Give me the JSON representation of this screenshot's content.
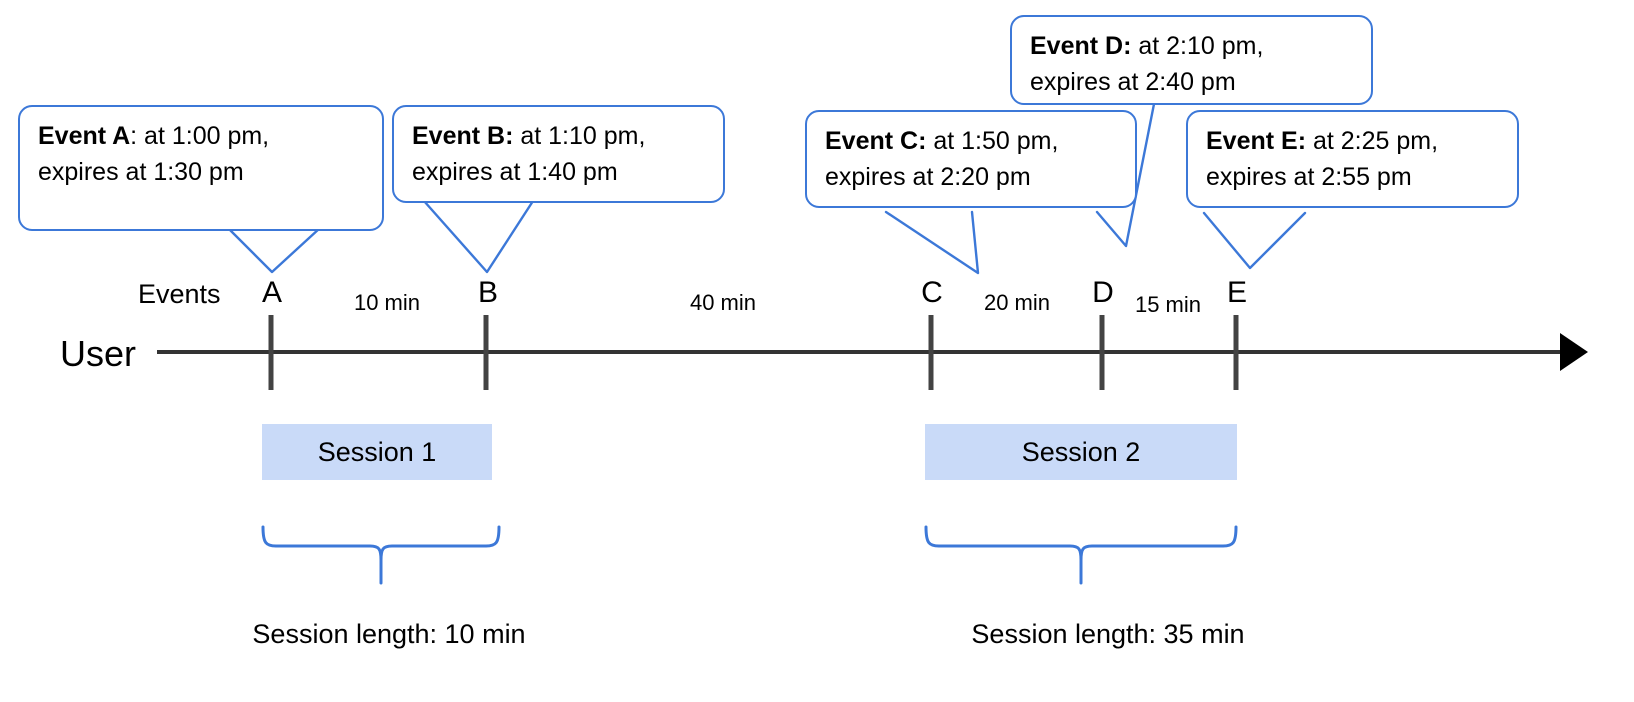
{
  "diagram": {
    "title_axis_label": "User",
    "events_row_label": "Events",
    "callouts": [
      {
        "id": "A",
        "bold": "Event A",
        "separator": ":",
        "line1_rest": " at 1:00 pm,",
        "line2": "expires at 1:30 pm",
        "occurs_at": "1:00 pm",
        "expires_at": "1:30 pm"
      },
      {
        "id": "B",
        "bold": "Event B:",
        "separator": "",
        "line1_rest": " at 1:10 pm,",
        "line2": "expires at 1:40 pm",
        "occurs_at": "1:10 pm",
        "expires_at": "1:40 pm"
      },
      {
        "id": "C",
        "bold": "Event C:",
        "separator": "",
        "line1_rest": " at 1:50 pm,",
        "line2": "expires at 2:20 pm",
        "occurs_at": "1:50 pm",
        "expires_at": "2:20 pm"
      },
      {
        "id": "D",
        "bold": "Event D:",
        "separator": "",
        "line1_rest": " at 2:10 pm,",
        "line2": "expires at 2:40 pm",
        "occurs_at": "2:10 pm",
        "expires_at": "2:40 pm"
      },
      {
        "id": "E",
        "bold": "Event E:",
        "separator": "",
        "line1_rest": " at 2:25 pm,",
        "line2": "expires at 2:55 pm",
        "occurs_at": "2:25 pm",
        "expires_at": "2:55 pm"
      }
    ],
    "event_markers": [
      {
        "letter": "A"
      },
      {
        "letter": "B"
      },
      {
        "letter": "C"
      },
      {
        "letter": "D"
      },
      {
        "letter": "E"
      }
    ],
    "gaps": [
      {
        "label": "10 min",
        "from": "A",
        "to": "B"
      },
      {
        "label": "40 min",
        "from": "B",
        "to": "C"
      },
      {
        "label": "20 min",
        "from": "C",
        "to": "D"
      },
      {
        "label": "15 min",
        "from": "D",
        "to": "E"
      }
    ],
    "sessions": [
      {
        "name": "Session 1",
        "length_label": "Session length: 10 min",
        "length": "10 min"
      },
      {
        "name": "Session 2",
        "length_label": "Session length: 35 min",
        "length": "35 min"
      }
    ],
    "colors": {
      "callout_border": "#3c78d8",
      "brace": "#3c78d8",
      "session_fill": "#c9daf8",
      "axis": "#333333",
      "tick": "#434343",
      "text": "#000000"
    }
  }
}
